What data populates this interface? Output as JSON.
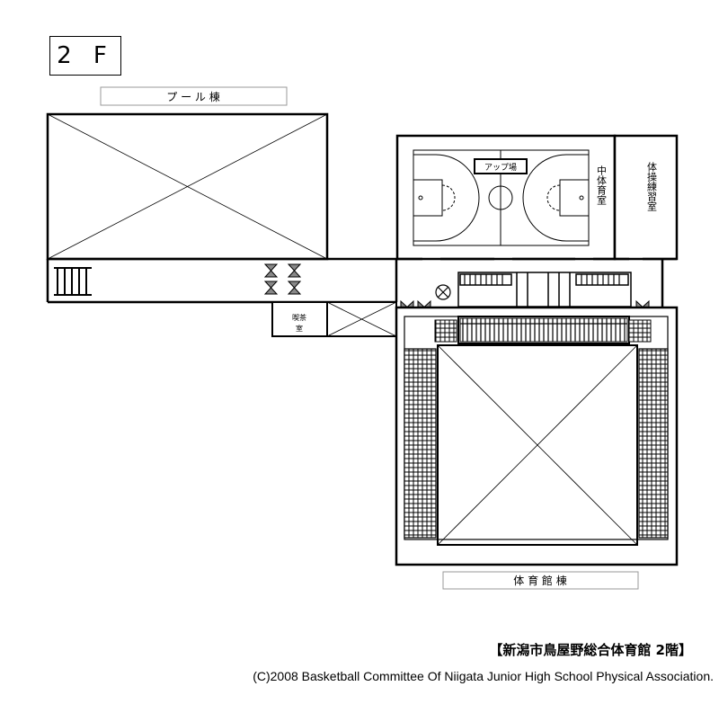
{
  "floor_label": "2 F",
  "labels": {
    "pool_building": "プ ー ル 棟",
    "gym_building": "体 育 館 棟",
    "warmup_area": "アップ場",
    "middle_gym": "中体育室",
    "gymnastics_room": "体操練習室",
    "cafe_line1": "喫茶",
    "cafe_line2": "室"
  },
  "caption": "【新潟市鳥屋野総合体育館 2階】",
  "copyright": "(C)2008 Basketball Committee Of Niigata Junior High School Physical Association."
}
